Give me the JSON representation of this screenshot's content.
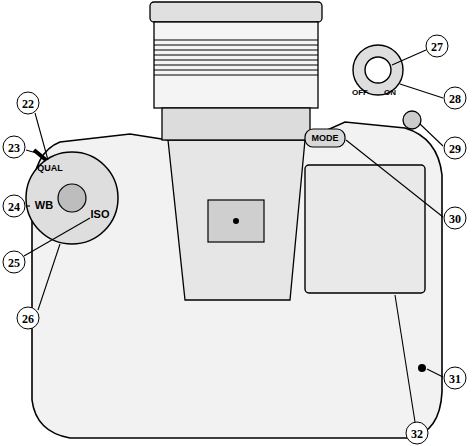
{
  "diagram": {
    "labels": [
      "22",
      "23",
      "24",
      "25",
      "26",
      "27",
      "28",
      "29",
      "30",
      "31",
      "32",
      "QUAL",
      "WB",
      "ISO",
      "OFF",
      "ON",
      "MODE"
    ]
  }
}
